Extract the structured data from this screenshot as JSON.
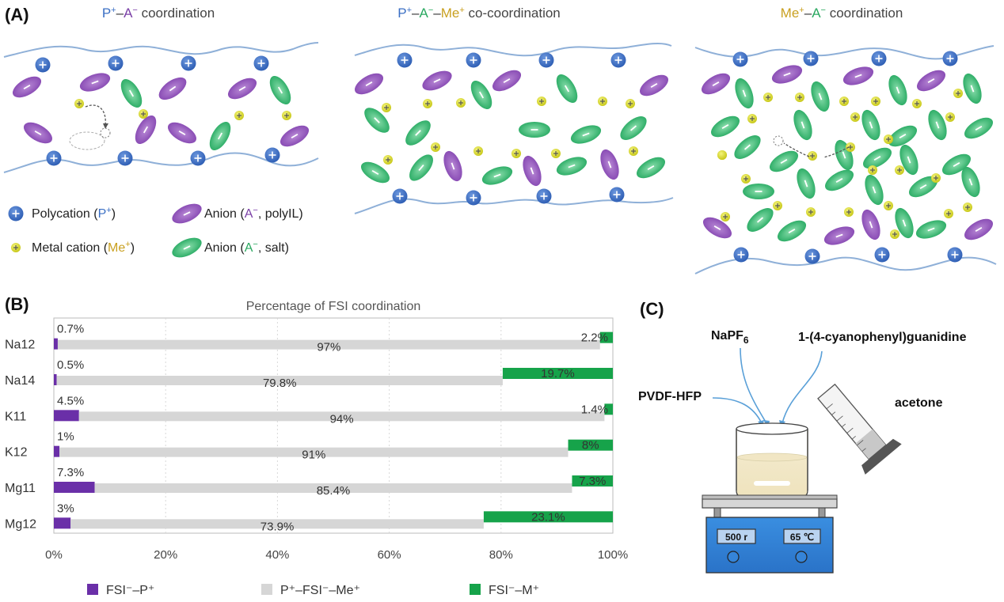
{
  "panel_a": {
    "label": "(A)",
    "headers": [
      {
        "parts": [
          {
            "t": "P",
            "c": "#3b6fc4"
          },
          {
            "t": "+",
            "c": "#3b6fc4",
            "sup": true
          },
          {
            "t": "–",
            "c": "#333"
          },
          {
            "t": "A",
            "c": "#7a3fa6"
          },
          {
            "t": "−",
            "c": "#7a3fa6",
            "sup": true
          },
          {
            "t": " coordination",
            "c": "#444"
          }
        ]
      },
      {
        "parts": [
          {
            "t": "P",
            "c": "#3b6fc4"
          },
          {
            "t": "+",
            "c": "#3b6fc4",
            "sup": true
          },
          {
            "t": "–",
            "c": "#333"
          },
          {
            "t": "A",
            "c": "#2aa860"
          },
          {
            "t": "−",
            "c": "#2aa860",
            "sup": true
          },
          {
            "t": "–",
            "c": "#333"
          },
          {
            "t": "Me",
            "c": "#c9a020"
          },
          {
            "t": "+",
            "c": "#c9a020",
            "sup": true
          },
          {
            "t": " co-coordination",
            "c": "#444"
          }
        ]
      },
      {
        "parts": [
          {
            "t": "Me",
            "c": "#c9a020"
          },
          {
            "t": "+",
            "c": "#c9a020",
            "sup": true
          },
          {
            "t": "–",
            "c": "#333"
          },
          {
            "t": "A",
            "c": "#2aa860"
          },
          {
            "t": "−",
            "c": "#2aa860",
            "sup": true
          },
          {
            "t": " coordination",
            "c": "#444"
          }
        ]
      }
    ],
    "legend": [
      {
        "icon": "polycation-icon",
        "parts": [
          {
            "t": "Polycation (",
            "c": "#222"
          },
          {
            "t": "P",
            "c": "#3b6fc4"
          },
          {
            "t": "+",
            "c": "#3b6fc4",
            "sup": true
          },
          {
            "t": ")",
            "c": "#222"
          }
        ]
      },
      {
        "icon": "anion-polyil-icon",
        "parts": [
          {
            "t": "Anion (",
            "c": "#222"
          },
          {
            "t": "A",
            "c": "#7a3fa6"
          },
          {
            "t": "−",
            "c": "#7a3fa6",
            "sup": true
          },
          {
            "t": ", polyIL)",
            "c": "#222"
          }
        ]
      },
      {
        "icon": "metal-cation-icon",
        "parts": [
          {
            "t": "Metal cation (",
            "c": "#222"
          },
          {
            "t": "Me",
            "c": "#c9a020"
          },
          {
            "t": "+",
            "c": "#c9a020",
            "sup": true
          },
          {
            "t": ")",
            "c": "#222"
          }
        ]
      },
      {
        "icon": "anion-salt-icon",
        "parts": [
          {
            "t": "Anion (",
            "c": "#222"
          },
          {
            "t": "A",
            "c": "#2aa860"
          },
          {
            "t": "−",
            "c": "#2aa860",
            "sup": true
          },
          {
            "t": ", salt)",
            "c": "#222"
          }
        ]
      }
    ],
    "colors": {
      "polycation": "#3a6cc4",
      "anion_polyil": "#9b5fc0",
      "metal_cation": "#d9d92a",
      "anion_salt": "#3dbb76",
      "chain": "#8fb0d8"
    }
  },
  "panel_b": {
    "label": "(B)",
    "chart_data": {
      "type": "bar",
      "stacked": true,
      "orientation": "horizontal",
      "title": "Percentage of FSI coordination",
      "categories": [
        "Na12",
        "Na14",
        "K11",
        "K12",
        "Mg11",
        "Mg12"
      ],
      "series": [
        {
          "name": "FSI⁻–P⁺",
          "color": "#6a2fa8",
          "values": [
            0.7,
            0.5,
            4.5,
            1,
            7.3,
            3
          ],
          "labels": [
            "0.7%",
            "0.5%",
            "4.5%",
            "1%",
            "7.3%",
            "3%"
          ]
        },
        {
          "name": "P⁺–FSI⁻–Me⁺",
          "color": "#d6d6d6",
          "values": [
            97,
            79.8,
            94,
            91,
            85.4,
            73.9
          ],
          "labels": [
            "97%",
            "79.8%",
            "94%",
            "91%",
            "85.4%",
            "73.9%"
          ]
        },
        {
          "name": "FSI⁻–M⁺",
          "color": "#16a34a",
          "values": [
            2.2,
            19.7,
            1.4,
            8,
            7.3,
            23.1
          ],
          "labels": [
            "2.2%",
            "19.7%",
            "1.4%",
            "8%",
            "7.3%",
            "23.1%"
          ]
        }
      ],
      "xlim": [
        0,
        100
      ],
      "xticks": [
        "0%",
        "20%",
        "40%",
        "60%",
        "80%",
        "100%"
      ],
      "grid": true,
      "legend_position": "bottom"
    }
  },
  "panel_c": {
    "label": "(C)",
    "reagents": {
      "nap": "NaPF",
      "nap_sub": "6",
      "guanidine": "1-(4-cyanophenyl)guanidine",
      "pvdf": "PVDF-HFP",
      "acetone": "acetone"
    },
    "stirrer": {
      "speed": "500 r",
      "temp": "65 ℃"
    }
  }
}
